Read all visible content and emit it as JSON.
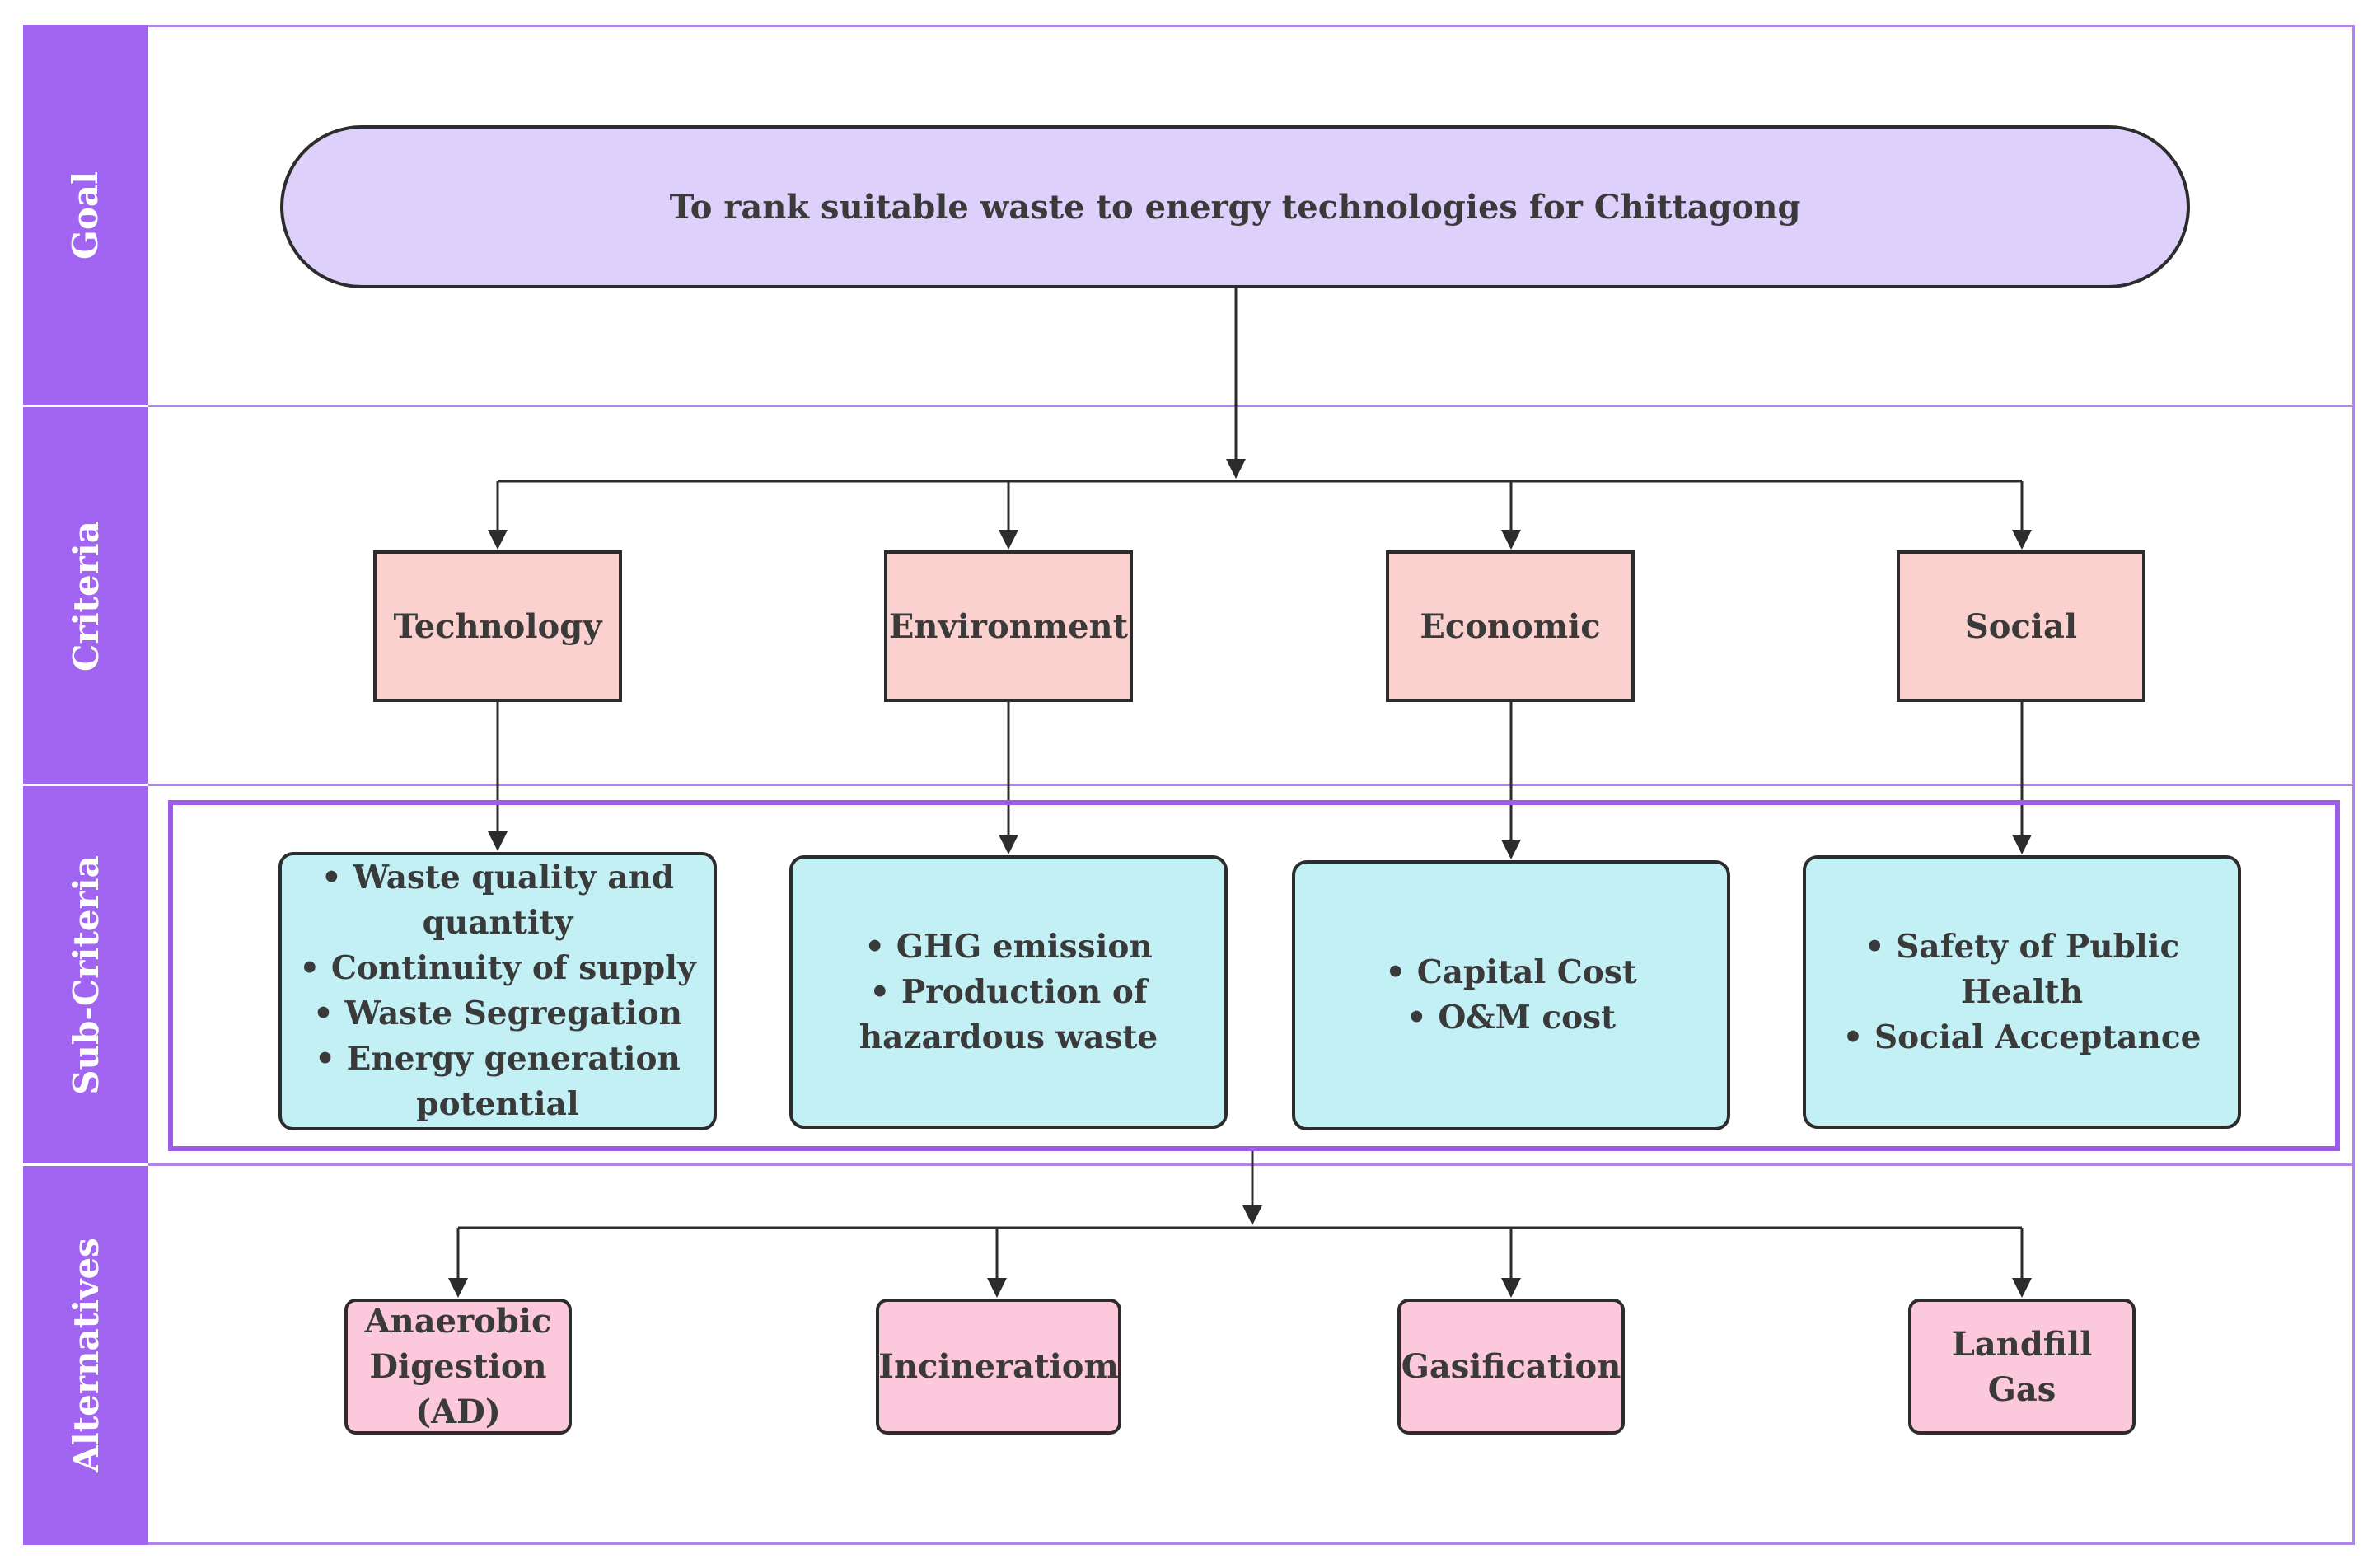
{
  "lanes": {
    "goal": "Goal",
    "criteria": "Criteria",
    "subcriteria": "Sub-Criteria",
    "alternatives": "Alternatives"
  },
  "goal": "To rank suitable waste to energy technologies for Chittagong",
  "criteria": [
    "Technology",
    "Environment",
    "Economic",
    "Social"
  ],
  "subcriteria": [
    [
      "• Waste quality and",
      "quantity",
      "• Continuity of supply",
      "• Waste Segregation",
      "• Energy generation",
      "potential"
    ],
    [
      "• GHG emission",
      "• Production of",
      "hazardous waste"
    ],
    [
      "• Capital Cost",
      "• O&M cost"
    ],
    [
      "• Safety of Public",
      "Health",
      "• Social Acceptance"
    ]
  ],
  "alternatives": [
    [
      "Anaerobic",
      "Digestion",
      "(AD)"
    ],
    [
      "Incineratiom"
    ],
    [
      "Gasification"
    ],
    [
      "Landfill",
      "Gas"
    ]
  ],
  "colors": {
    "lane_label": "#a165f2",
    "goal_fill": "#ddd1fb",
    "criteria_fill": "#fbd1cf",
    "subcriteria_fill": "#c2f0f4",
    "alternatives_fill": "#fcc8dc",
    "border": "#b084e8"
  }
}
